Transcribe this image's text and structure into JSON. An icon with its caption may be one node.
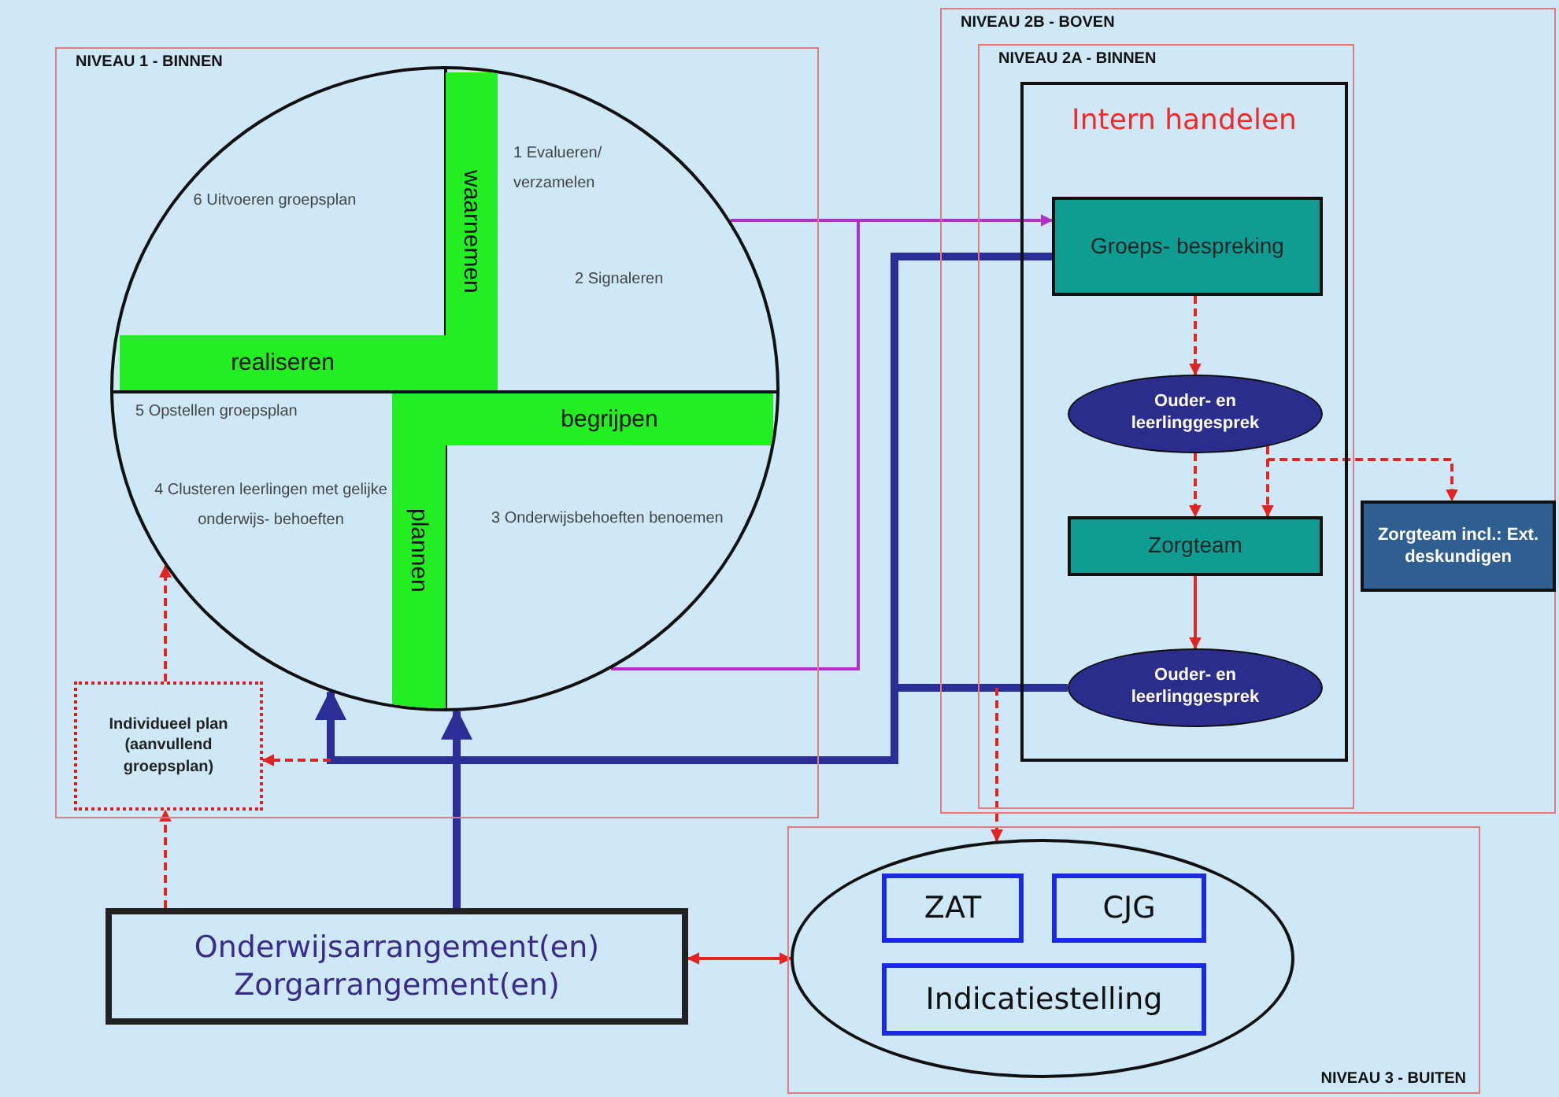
{
  "diagram": {
    "nodes": [
      {
        "text": [
          "NIVEAU 1 - BINNEN"
        ]
      },
      {
        "text": [],
        "shape": "circle",
        "in": 0
      },
      {
        "text": [
          "waarnemen"
        ],
        "in": 1
      },
      {
        "text": [
          "realiseren"
        ],
        "in": 1
      },
      {
        "text": [
          "begrijpen"
        ],
        "in": 1
      },
      {
        "text": [
          "plannen"
        ],
        "in": 1
      },
      {
        "text": [
          "Individueel plan (aanvullend groepsplan)"
        ],
        "in": 0
      },
      {
        "text": [
          "NIVEAU 2B - BOVEN"
        ]
      },
      {
        "text": [
          "NIVEAU 2A - BINNEN"
        ],
        "in": 7
      },
      {
        "text": [
          "Intern handelen"
        ],
        "in": 8
      },
      {
        "text": [
          "Groeps- bespreking"
        ],
        "in": 9
      },
      {
        "text": [
          "Ouder- en leerlinggesprek"
        ],
        "in": 9
      },
      {
        "text": [
          "Zorgteam"
        ],
        "in": 9
      },
      {
        "text": [
          "Ouder- en leerlinggesprek"
        ],
        "in": 9
      },
      {
        "text": [
          "Zorgteam incl.: Ext. deskundigen"
        ],
        "in": 7
      },
      {
        "text": [
          "Onderwijsarrangement(en)",
          "Zorgarrangement(en)"
        ]
      },
      {
        "text": [
          "NIVEAU 3 - BUITEN"
        ]
      },
      {
        "text": [],
        "shape": "ellipse",
        "in": 16
      },
      {
        "text": [
          "ZAT"
        ],
        "in": 17
      },
      {
        "text": [
          "CJG"
        ],
        "in": 17
      },
      {
        "text": [
          "Indicatiestelling"
        ],
        "in": 17
      }
    ],
    "edges": [
      {
        "from": 1,
        "to": 10,
        "arrow": "to",
        "color": "#b030c8"
      },
      {
        "from": 10,
        "to": 1,
        "arrow": "to",
        "style": "thick",
        "color": "#2a2e96"
      },
      {
        "from": 13,
        "to": 1,
        "arrow": "to",
        "style": "thick",
        "color": "#2a2e96"
      },
      {
        "from": 15,
        "to": 1,
        "arrow": "to",
        "style": "thick",
        "color": "#2a2e96"
      },
      {
        "from": null,
        "to": 6,
        "arrow": "to",
        "style": "dashed"
      },
      {
        "from": 6,
        "to": 1,
        "arrow": "to",
        "style": "dashed"
      },
      {
        "from": 15,
        "to": 6,
        "arrow": "to",
        "style": "dashed"
      },
      {
        "from": 15,
        "to": 17,
        "arrow": "both"
      },
      {
        "from": 10,
        "to": 11,
        "arrow": "to",
        "style": "dashed"
      },
      {
        "from": 11,
        "to": 12,
        "arrow": "to",
        "style": "dashed"
      },
      {
        "from": 11,
        "to": 12,
        "arrow": "to",
        "style": "dashed"
      },
      {
        "from": 11,
        "to": 14,
        "arrow": "to",
        "style": "dashed"
      },
      {
        "from": 12,
        "to": 13,
        "arrow": "to"
      },
      {
        "from": 8,
        "to": 17,
        "arrow": "to",
        "style": "dashed"
      }
    ],
    "labels": [
      "6 Uitvoeren groepsplan",
      "1 Evalueren/ verzamelen",
      "2 Signaleren",
      "5 Opstellen groepsplan",
      "4 Clusteren leerlingen met gelijke onderwijs- behoeften",
      "3 Onderwijsbehoeften benoemen"
    ]
  }
}
